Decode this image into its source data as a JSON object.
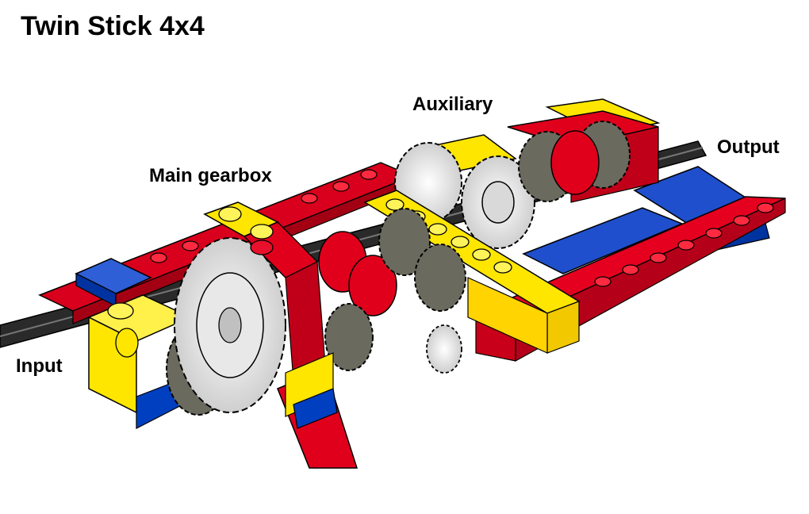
{
  "title": "Twin Stick 4x4",
  "labels": {
    "input": "Input",
    "main_gearbox": "Main gearbox",
    "auxiliary": "Auxiliary",
    "output": "Output"
  },
  "colors": {
    "red": "#d8001c",
    "yellow": "#ffe600",
    "blue": "#003fbf",
    "light_gray": "#e6e6e6",
    "dark_gray": "#6b6a5e",
    "axle": "#1a1a1a"
  }
}
